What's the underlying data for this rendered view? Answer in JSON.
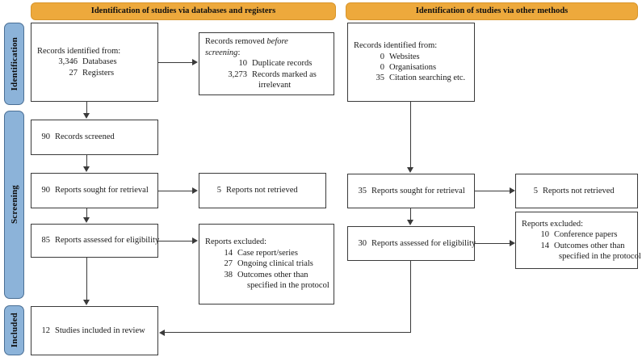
{
  "diagram": {
    "title": "PRISMA 2020 flow diagram",
    "colors": {
      "stage_pill": "#8cb3d9",
      "column_header": "#eda93c",
      "box_border": "#3a3a3a",
      "text": "#1a1a1a"
    }
  },
  "stages": [
    {
      "label": "Identification"
    },
    {
      "label": "Screening"
    },
    {
      "label": "Included"
    }
  ],
  "columns": [
    {
      "header": "Identification of studies via databases and registers"
    },
    {
      "header": "Identification of studies via other methods"
    }
  ],
  "boxes": {
    "db_identified": {
      "heading": "Records identified from:",
      "items": [
        {
          "num": "3,346",
          "label": "Databases"
        },
        {
          "num": "27",
          "label": "Registers"
        }
      ]
    },
    "db_removed": {
      "heading_a": "Records removed ",
      "heading_italic": "before",
      "heading_b": "screening",
      "heading_colon": ":",
      "items": [
        {
          "num": "10",
          "label": "Duplicate records"
        },
        {
          "num": "3,273",
          "label": "Records marked as",
          "cont": "irrelevant"
        }
      ]
    },
    "db_screened": {
      "num": "90",
      "label": "Records screened"
    },
    "db_sought": {
      "num": "90",
      "label": "Reports sought for retrieval"
    },
    "db_not_retrieved": {
      "num": "5",
      "label": "Reports not retrieved"
    },
    "db_assessed": {
      "num": "85",
      "label": "Reports assessed for eligibility"
    },
    "db_excluded": {
      "heading": "Reports excluded:",
      "items": [
        {
          "num": "14",
          "label": "Case report/series"
        },
        {
          "num": "27",
          "label": "Ongoing clinical trials"
        },
        {
          "num": "38",
          "label": "Outcomes other than",
          "cont": "specified in the protocol"
        }
      ]
    },
    "other_identified": {
      "heading": "Records identified from:",
      "items": [
        {
          "num": "0",
          "label": "Websites"
        },
        {
          "num": "0",
          "label": "Organisations"
        },
        {
          "num": "35",
          "label": "Citation searching etc."
        }
      ]
    },
    "other_sought": {
      "num": "35",
      "label": "Reports sought for retrieval"
    },
    "other_not_retrieved": {
      "num": "5",
      "label": "Reports not retrieved"
    },
    "other_assessed": {
      "num": "30",
      "label": "Reports assessed for eligibility"
    },
    "other_excluded": {
      "heading": "Reports excluded:",
      "items": [
        {
          "num": "10",
          "label": "Conference papers"
        },
        {
          "num": "14",
          "label": "Outcomes other than",
          "cont": "specified in the protocol"
        }
      ]
    },
    "included": {
      "num": "12",
      "label": "Studies included in review"
    }
  }
}
